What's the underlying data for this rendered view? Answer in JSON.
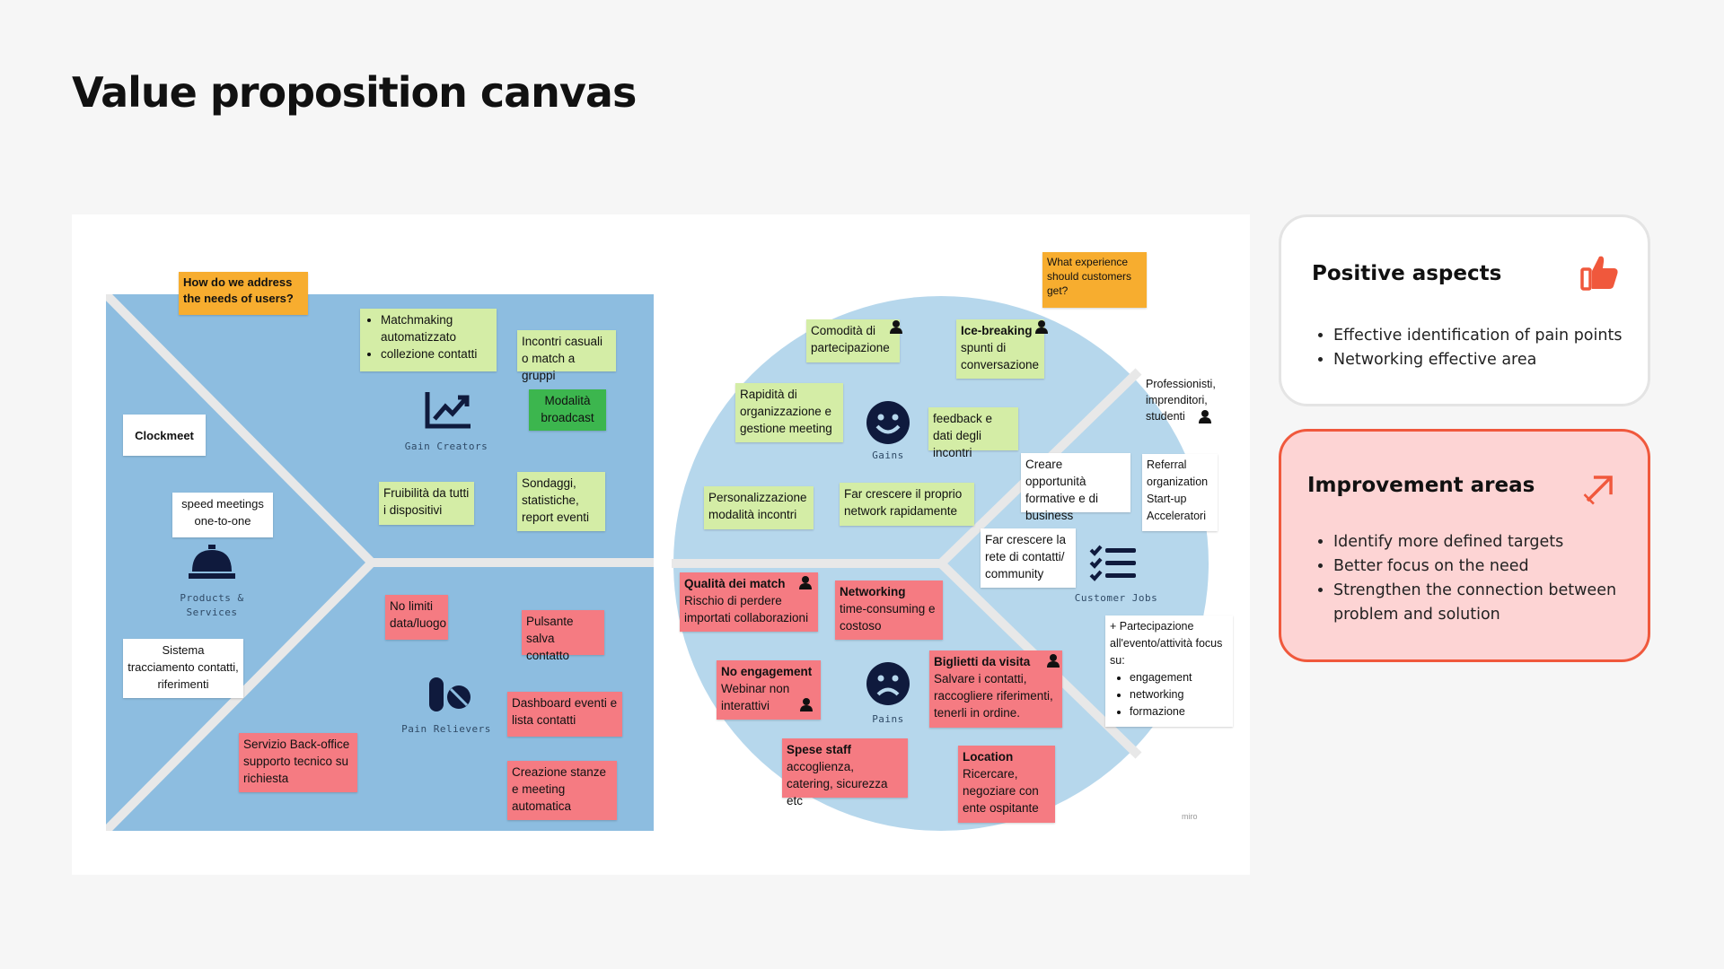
{
  "page": {
    "title": "Value proposition canvas"
  },
  "value_map": {
    "question": "How do we address the needs of users?",
    "product_name": "Clockmeet",
    "speed_meetings": "speed meetings one-to-one",
    "products_label": "Products & Services",
    "tracking_system": "Sistema tracciamento contatti, riferimenti",
    "backoffice": "Servizio Back-office supporto tecnico su richiesta",
    "gain_creators_label": "Gain Creators",
    "matchmaking": [
      "Matchmaking automatizzato",
      "collezione contatti"
    ],
    "random_meetings": "Incontri casuali o match a gruppi",
    "broadcast": "Modalità broadcast",
    "usability": "Fruibilità da tutti i dispositivi",
    "surveys": "Sondaggi, statistiche, report eventi",
    "pain_relievers_label": "Pain Relievers",
    "no_limits": "No limiti data/luogo",
    "save_button": "Pulsante salva contatto",
    "dashboard": "Dashboard eventi e lista contatti",
    "rooms": "Creazione stanze e meeting automatica"
  },
  "customer_profile": {
    "question": "What experience should customers get?",
    "gains_label": "Gains",
    "pains_label": "Pains",
    "jobs_label": "Customer Jobs",
    "comfort": "Comodità di partecipazione",
    "icebreaking_title": "Ice-breaking",
    "icebreaking_body": "spunti di conversazione",
    "rapidity": "Rapidità di organizzazione e gestione meeting",
    "feedback": "feedback e dati degli incontri",
    "personalization": "Personalizzazione modalità incontri",
    "grow_network": "Far crescere il proprio network rapidamente",
    "quality_title": "Qualità dei match",
    "quality_body": "Rischio di perdere importati collaborazioni",
    "networking_title": "Networking",
    "networking_body": "time-consuming e costoso",
    "engagement_title": "No engagement",
    "engagement_body": "Webinar non interattivi",
    "cards_title": "Biglietti da visita",
    "cards_body": "Salvare i contatti, raccogliere riferimenti, tenerli in ordine.",
    "staff_title": "Spese staff",
    "staff_body": "accoglienza, catering, sicurezza etc",
    "location_title": "Location",
    "location_body": "Ricercare, negoziare con ente ospitante",
    "segments": "Professionisti, imprenditori, studenti",
    "referral": "Referral organization Start-up Acceleratori",
    "opportunities": "Creare opportunità formative e di business",
    "grow_contacts": "Far crescere la rete di contatti/ community",
    "participation_intro": "+ Partecipazione all'evento/attività focus su:",
    "participation_items": [
      "engagement",
      "networking",
      "formazione"
    ],
    "watermark": "miro"
  },
  "positive": {
    "title": "Positive aspects",
    "items": [
      "Effective identification of pain points",
      "Networking effective area"
    ],
    "accent": "#f0583c"
  },
  "improvement": {
    "title": "Improvement areas",
    "items": [
      "Identify more defined targets",
      "Better focus on the need",
      "Strengthen the connection between problem and solution"
    ],
    "accent": "#f0583c",
    "background": "#fdd4d4"
  }
}
